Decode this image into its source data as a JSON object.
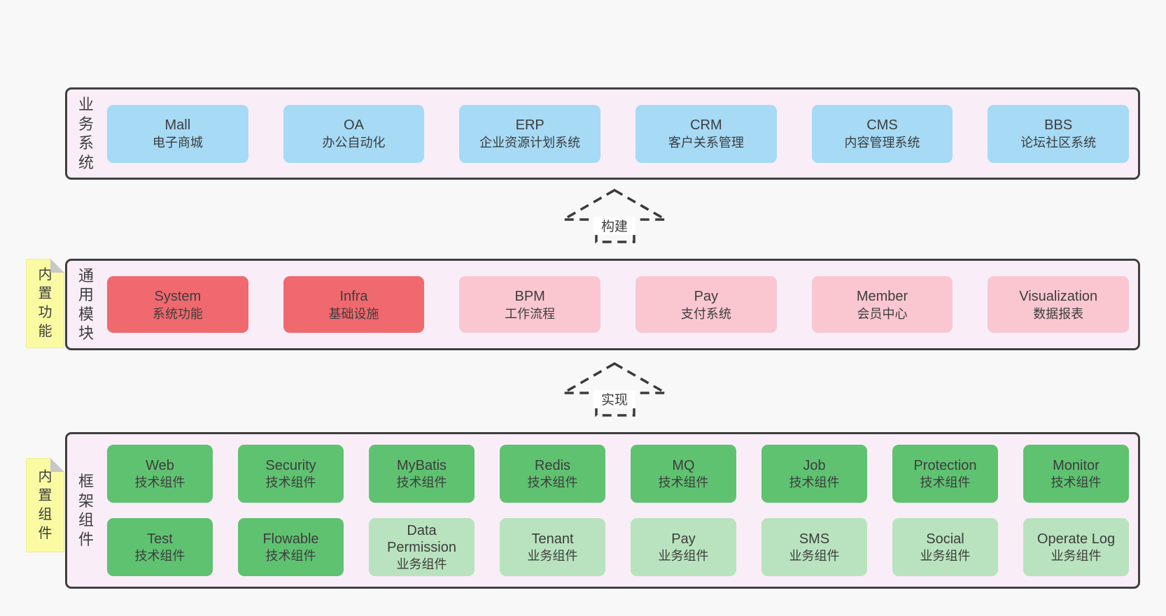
{
  "colors": {
    "page_bg": "#f8f8f8",
    "container_bg": "#f9eef7",
    "container_border": "#3f3f3f",
    "blue": "#a6daf5",
    "red": "#f0696e",
    "pink": "#fac7d0",
    "green": "#5fc271",
    "green_light": "#b8e3be",
    "sticky_bg": "#fafaa2",
    "sticky_fold": "#c8c8c8",
    "text": "#3d3d3d",
    "arrow_stroke": "#3a3a3a"
  },
  "sections": [
    {
      "id": "business-systems",
      "side_label": "业\n务\n系\n统",
      "rows": [
        [
          {
            "title": "Mall",
            "subtitle": "电子商城"
          },
          {
            "title": "OA",
            "subtitle": "办公自动化"
          },
          {
            "title": "ERP",
            "subtitle": "企业资源计划系统"
          },
          {
            "title": "CRM",
            "subtitle": "客户关系管理"
          },
          {
            "title": "CMS",
            "subtitle": "内容管理系统"
          },
          {
            "title": "BBS",
            "subtitle": "论坛社区系统"
          }
        ]
      ]
    },
    {
      "id": "common-modules",
      "side_label": "通\n用\n模\n块",
      "sticky": "内\n置\n功\n能",
      "rows": [
        [
          {
            "title": "System",
            "subtitle": "系统功能"
          },
          {
            "title": "Infra",
            "subtitle": "基础设施"
          },
          {
            "title": "BPM",
            "subtitle": "工作流程"
          },
          {
            "title": "Pay",
            "subtitle": "支付系统"
          },
          {
            "title": "Member",
            "subtitle": "会员中心"
          },
          {
            "title": "Visualization",
            "subtitle": "数据报表"
          }
        ]
      ]
    },
    {
      "id": "framework-components",
      "side_label": "框\n架\n组\n件",
      "sticky": "内\n置\n组\n件",
      "rows": [
        [
          {
            "title": "Web",
            "subtitle": "技术组件"
          },
          {
            "title": "Security",
            "subtitle": "技术组件"
          },
          {
            "title": "MyBatis",
            "subtitle": "技术组件"
          },
          {
            "title": "Redis",
            "subtitle": "技术组件"
          },
          {
            "title": "MQ",
            "subtitle": "技术组件"
          },
          {
            "title": "Job",
            "subtitle": "技术组件"
          },
          {
            "title": "Protection",
            "subtitle": "技术组件"
          },
          {
            "title": "Monitor",
            "subtitle": "技术组件"
          }
        ],
        [
          {
            "title": "Test",
            "subtitle": "技术组件"
          },
          {
            "title": "Flowable",
            "subtitle": "技术组件"
          },
          {
            "title": "Data Permission",
            "subtitle": "业务组件"
          },
          {
            "title": "Tenant",
            "subtitle": "业务组件"
          },
          {
            "title": "Pay",
            "subtitle": "业务组件"
          },
          {
            "title": "SMS",
            "subtitle": "业务组件"
          },
          {
            "title": "Social",
            "subtitle": "业务组件"
          },
          {
            "title": "Operate Log",
            "subtitle": "业务组件"
          }
        ]
      ]
    }
  ],
  "arrows": [
    {
      "label": "构建"
    },
    {
      "label": "实现"
    }
  ]
}
